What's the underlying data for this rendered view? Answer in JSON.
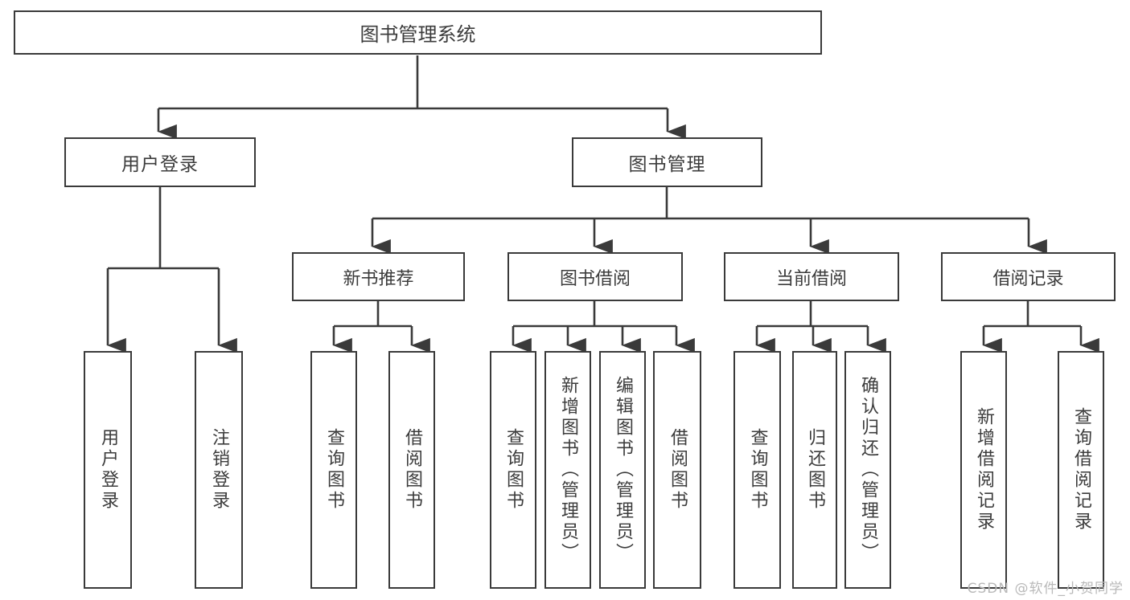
{
  "diagram": {
    "type": "tree",
    "title": "图书管理系统",
    "root": {
      "id": "root",
      "label": "图书管理系统"
    },
    "level2": [
      {
        "id": "user-login",
        "label": "用户登录"
      },
      {
        "id": "book-manage",
        "label": "图书管理"
      }
    ],
    "level3": [
      {
        "id": "new-book-recommend",
        "label": "新书推荐"
      },
      {
        "id": "book-borrow",
        "label": "图书借阅"
      },
      {
        "id": "current-borrow",
        "label": "当前借阅"
      },
      {
        "id": "borrow-record",
        "label": "借阅记录"
      }
    ],
    "leaves": {
      "user_login": [
        {
          "id": "leaf-user-login",
          "label": "用户登录"
        },
        {
          "id": "leaf-logout-login",
          "label": "注销登录"
        }
      ],
      "new_book_recommend": [
        {
          "id": "leaf-query-book-1",
          "label": "查询图书"
        },
        {
          "id": "leaf-borrow-book-1",
          "label": "借阅图书"
        }
      ],
      "book_borrow": [
        {
          "id": "leaf-query-book-2",
          "label": "查询图书"
        },
        {
          "id": "leaf-add-book",
          "label": "新增图书（管理员）"
        },
        {
          "id": "leaf-edit-book",
          "label": "编辑图书（管理员）"
        },
        {
          "id": "leaf-borrow-book-2",
          "label": "借阅图书"
        }
      ],
      "current_borrow": [
        {
          "id": "leaf-query-book-3",
          "label": "查询图书"
        },
        {
          "id": "leaf-return-book",
          "label": "归还图书"
        },
        {
          "id": "leaf-confirm-return",
          "label": "确认归还（管理员）"
        }
      ],
      "borrow_record": [
        {
          "id": "leaf-add-record",
          "label": "新增借阅记录"
        },
        {
          "id": "leaf-query-record",
          "label": "查询借阅记录"
        }
      ]
    }
  },
  "watermark": {
    "text": "CSDN @软件_小贺同学"
  },
  "colors": {
    "stroke": "#3a3a3a",
    "text": "#3c3c3c",
    "background": "#ffffff",
    "watermark": "#b9b9b9"
  }
}
